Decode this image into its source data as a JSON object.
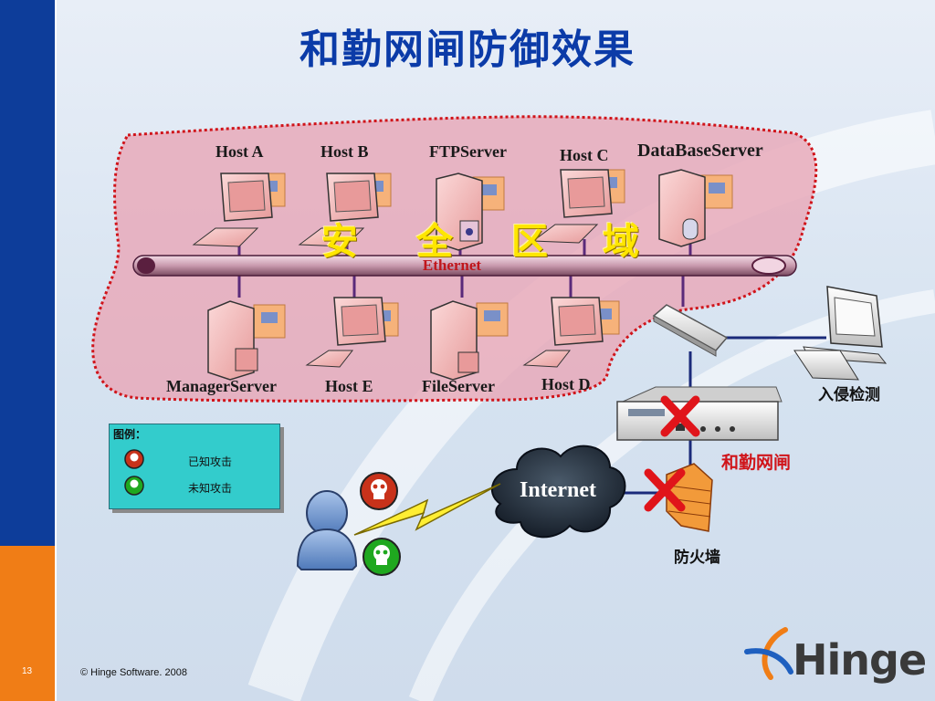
{
  "slide": {
    "title": "和勤网闸防御效果",
    "page_number": "13",
    "copyright": "© Hinge Software. 2008",
    "logo_text": "Hinge"
  },
  "secure_zone": {
    "chars": [
      "安",
      "全",
      "区",
      "域"
    ],
    "bus_label": "Ethernet",
    "top_hosts": [
      "Host A",
      "Host B",
      "FTPServer",
      "Host C",
      "DataBaseServer"
    ],
    "bottom_hosts": [
      "ManagerServer",
      "Host E",
      "FileServer",
      "Host D"
    ]
  },
  "external": {
    "ids_label": "入侵检测",
    "gateway_label": "和勤网闸",
    "firewall_label": "防火墙",
    "internet_label": "Internet"
  },
  "legend": {
    "title": "图例：",
    "known_attack": "已知攻击",
    "unknown_attack": "未知攻击"
  },
  "colors": {
    "title_blue": "#0b3ba8",
    "zone_fill": "#e8a9b8",
    "zone_border": "#d0141a",
    "block_x": "#e0141a",
    "known_attack": "#c8321a",
    "unknown_attack": "#1fa81f"
  }
}
